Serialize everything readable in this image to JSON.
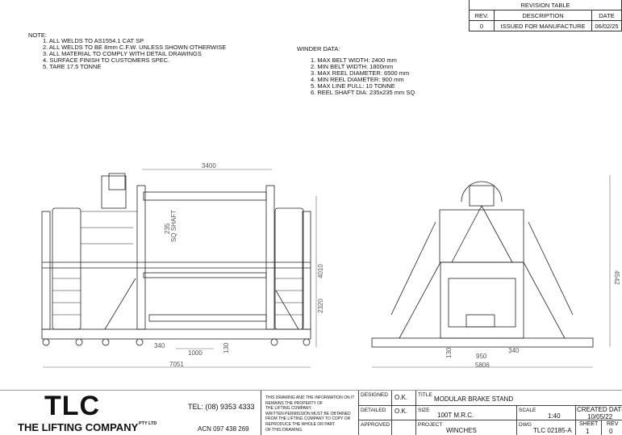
{
  "revision_table": {
    "title": "REVISION TABLE",
    "headers": [
      "REV.",
      "DESCRIPTION",
      "DATE"
    ],
    "rows": [
      [
        "0",
        "ISSUED FOR MANUFACTURE",
        "06/02/25"
      ]
    ]
  },
  "notes": {
    "heading": "NOTE:",
    "items": [
      "1. ALL WELDS TO AS1554.1 CAT SP",
      "2. ALL WELDS TO BE 8mm C.F.W. UNLESS SHOWN OTHERWISE",
      "3. ALL MATERIAL TO COMPLY WITH DETAIL DRAWINGS",
      "4. SURFACE FINISH TO CUSTOMERS SPEC.",
      "5. TARE 17.5 TONNE"
    ]
  },
  "winder_data": {
    "heading": "WINDER DATA:",
    "items": [
      "1. MAX BELT WIDTH: 2400 mm",
      "2. MIN BELT WIDTH: 1800mm",
      "3. MAX REEL DIAMETER: 6500 mm",
      "4. MIN REEL DIAMETER: 900 mm",
      "5. MAX LINE PULL: 10 TONNE",
      "6. REEL SHAFT DIA: 235x235 mm SQ"
    ]
  },
  "side_view": {
    "dims": {
      "shaft_span": "3400",
      "shaft_size": "235",
      "shaft_label": "SQ SHAFT",
      "height_shaft": "4010",
      "height_mid": "2320",
      "d340": "340",
      "d1000": "1000",
      "d130": "130",
      "overall": "7051"
    }
  },
  "end_view": {
    "dims": {
      "height": "4542",
      "d130": "130",
      "d950": "950",
      "d340": "340",
      "overall": "5806"
    }
  },
  "title_block": {
    "logo": "TLC",
    "company": "THE LIFTING COMPANY",
    "pty": "PTY LTD",
    "tel": "TEL: (08) 9353 4333",
    "acn": "ACN 097 438 269",
    "legal": [
      "THIS DRAWING AND THE INFORMATION ON IT",
      "REMAINS THE PROPERTY OF",
      "THE LIFTING COMPANY.",
      "WRITTEN PERMISSION MUST BE OBTAINED",
      "FROM THE LIFTING COMPANY TO COPY OR",
      "REPRODUCE THE WHOLE OR PART",
      "OF THIS DRAWING."
    ],
    "designed_label": "DESIGNED",
    "designed": "O.K.",
    "detailed_label": "DETAILED",
    "detailed": "O.K.",
    "approved_label": "APPROVED",
    "title_label": "TITLE",
    "title": "MODULAR BRAKE STAND",
    "size_label": "SIZE",
    "size": "100T M.R.C.",
    "scale_label": "SCALE",
    "scale": "1:40",
    "created_label": "CREATED DATE",
    "created": "10/05/22",
    "project_label": "PROJECT",
    "project": "WINCHES",
    "dwg_label": "DWG",
    "dwg": "TLC 02185-A",
    "sheet_label": "SHEET",
    "sheet": "1",
    "rev_label": "REV",
    "rev": "0"
  }
}
